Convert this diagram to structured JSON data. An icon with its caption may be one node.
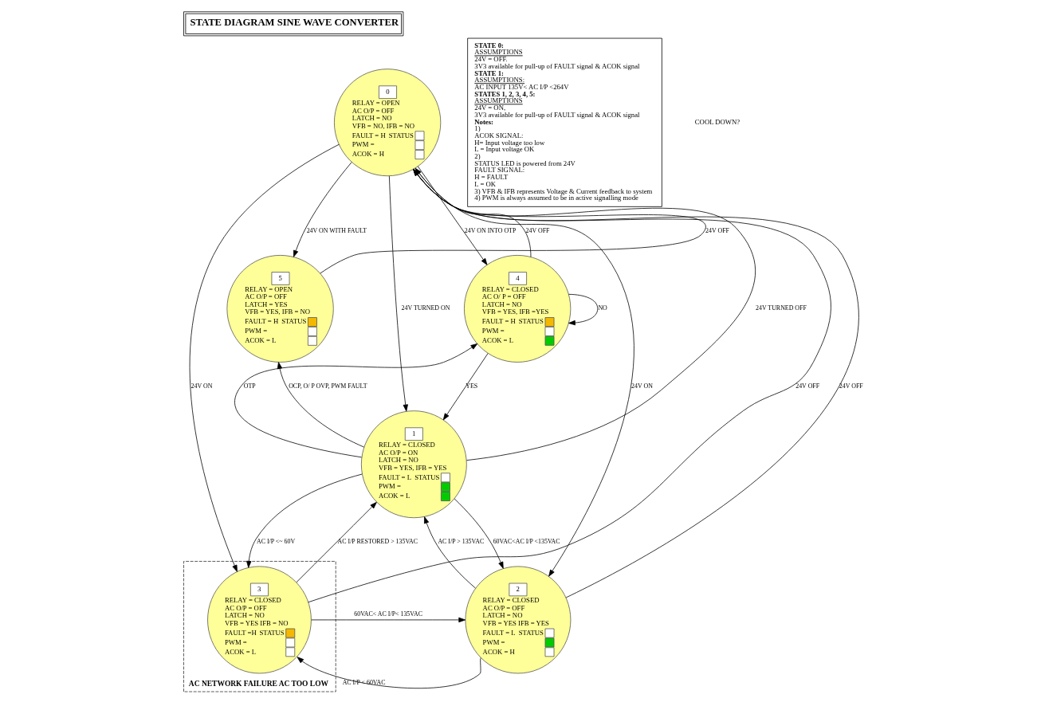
{
  "diagram": {
    "title": "STATE DIAGRAM SINE WAVE CONVERTER",
    "nodes": [
      {
        "text": [
          "0",
          "RELAY = OPEN",
          "AC O/P = OFF",
          "LATCH = NO",
          "VFB = NO, IFB = NO",
          "FAULT = H",
          "STATUS",
          "PWM =",
          "ACOK = H"
        ]
      },
      {
        "text": [
          "4",
          "RELAY = CLOSED",
          "AC O/ P = OFF",
          "LATCH = NO",
          "VFB = YES, IFB =YES",
          "FAULT = H",
          "STATUS",
          "PWM =",
          "ACOK = L"
        ]
      },
      {
        "text": [
          "5",
          "RELAY = OPEN",
          "AC O/P = OFF",
          "LATCH = YES",
          "VFB = YES, IFB = NO",
          "FAULT = H",
          "STATUS",
          "PWM =",
          "ACOK = L"
        ]
      },
      {
        "text": [
          "1",
          "RELAY = CLOSED",
          "AC O/P = ON",
          "LATCH = NO",
          "VFB = YES, IFB = YES",
          "FAULT = L",
          "STATUS",
          "PWM =",
          "ACOK = L"
        ]
      },
      {
        "text": [
          "AC NETWORK FAILURE AC TOO LOW"
        ]
      },
      {
        "text": [
          "3",
          "RELAY = CLOSED",
          "AC O/P = OFF",
          "LATCH = NO",
          "VFB = YES IFB = NO",
          "FAULT =H",
          "STATUS",
          "PWM =",
          "ACOK = L"
        ],
        "in": 4
      },
      {
        "text": [
          "2",
          "RELAY = CLOSED",
          "AC O/P = OFF",
          "LATCH = NO",
          "VFB = YES IFB = YES",
          "FAULT = L",
          "STATUS",
          "PWM =",
          "ACOK = H"
        ]
      },
      {
        "text": [
          "STATE 0:",
          "ASSUMPTIONS",
          "24V = OFF.",
          "3V3 available for pull-up of FAULT signal & ACOK signal",
          "STATE 1:",
          "ASSUMPTIONS:",
          "AC INPUT 135V< AC I/P <264V",
          "STATES 1, 2, 3, 4, 5:",
          "ASSUMPTIONS",
          "24V = ON,",
          "3V3 available for pull-up of FAULT signal & ACOK signal",
          "Notes:",
          "1)",
          "ACOK SIGNAL:",
          "H= Input voltage too low",
          "L = Input voltage OK",
          "2)",
          "STATUS LED is powered from 24V",
          "FAULT SIGNAL:",
          "H = FAULT",
          "L = OK",
          "3) VFB & IFB represents Voltage & Current feedback to system",
          "4) PWM is always assumed to be in active signalling mode"
        ]
      }
    ],
    "edges": [
      {
        "from": 0,
        "to": 1,
        "arrow": "to",
        "label": "24V ON INTO OTP"
      },
      {
        "from": 1,
        "to": 0,
        "arrow": "to",
        "label": "24V OFF"
      },
      {
        "from": 3,
        "to": 1,
        "arrow": "to",
        "label": "OTP"
      },
      {
        "from": 1,
        "to": 3,
        "arrow": "to",
        "label": "YES"
      },
      {
        "from": 1,
        "to": 1,
        "arrow": "to",
        "label": "NO"
      },
      {
        "from": 0,
        "to": 3,
        "arrow": "to",
        "label": "24V TURNED ON"
      },
      {
        "from": 3,
        "to": 0,
        "arrow": "to",
        "label": "24V TURNED OFF"
      },
      {
        "from": 0,
        "to": 2,
        "arrow": "to",
        "label": "24V ON WITH FAULT"
      },
      {
        "from": 2,
        "to": 0,
        "arrow": "to",
        "label": "24V OFF"
      },
      {
        "from": 3,
        "to": 2,
        "arrow": "to",
        "label": "OCP, O/ P OVP, PWM FAULT"
      },
      {
        "from": 3,
        "to": 5,
        "arrow": "to",
        "label": "AC I/P <~ 60V"
      },
      {
        "from": 5,
        "to": 3,
        "arrow": "to",
        "label": "AC I/P RESTORED > 135VAC"
      },
      {
        "from": 6,
        "to": 3,
        "arrow": "to",
        "label": "AC I/P > 135VAC"
      },
      {
        "from": 3,
        "to": 6,
        "arrow": "to",
        "label": "60VAC<AC I/P <135VAC"
      },
      {
        "from": 5,
        "to": 6,
        "arrow": "to",
        "label": "60VAC< AC I/P< 135VAC"
      },
      {
        "from": 6,
        "to": 5,
        "arrow": "to",
        "label": "AC I/P < 60VAC"
      },
      {
        "from": 5,
        "to": 0,
        "arrow": "to",
        "label": "24V OFF"
      },
      {
        "from": 6,
        "to": 0,
        "arrow": "to",
        "label": "24V OFF"
      },
      {
        "from": 0,
        "to": 5,
        "arrow": "to",
        "label": "24V ON"
      },
      {
        "from": 0,
        "to": 6,
        "arrow": "to",
        "label": "24V ON"
      }
    ],
    "labels": [
      "COOL DOWN?"
    ]
  }
}
